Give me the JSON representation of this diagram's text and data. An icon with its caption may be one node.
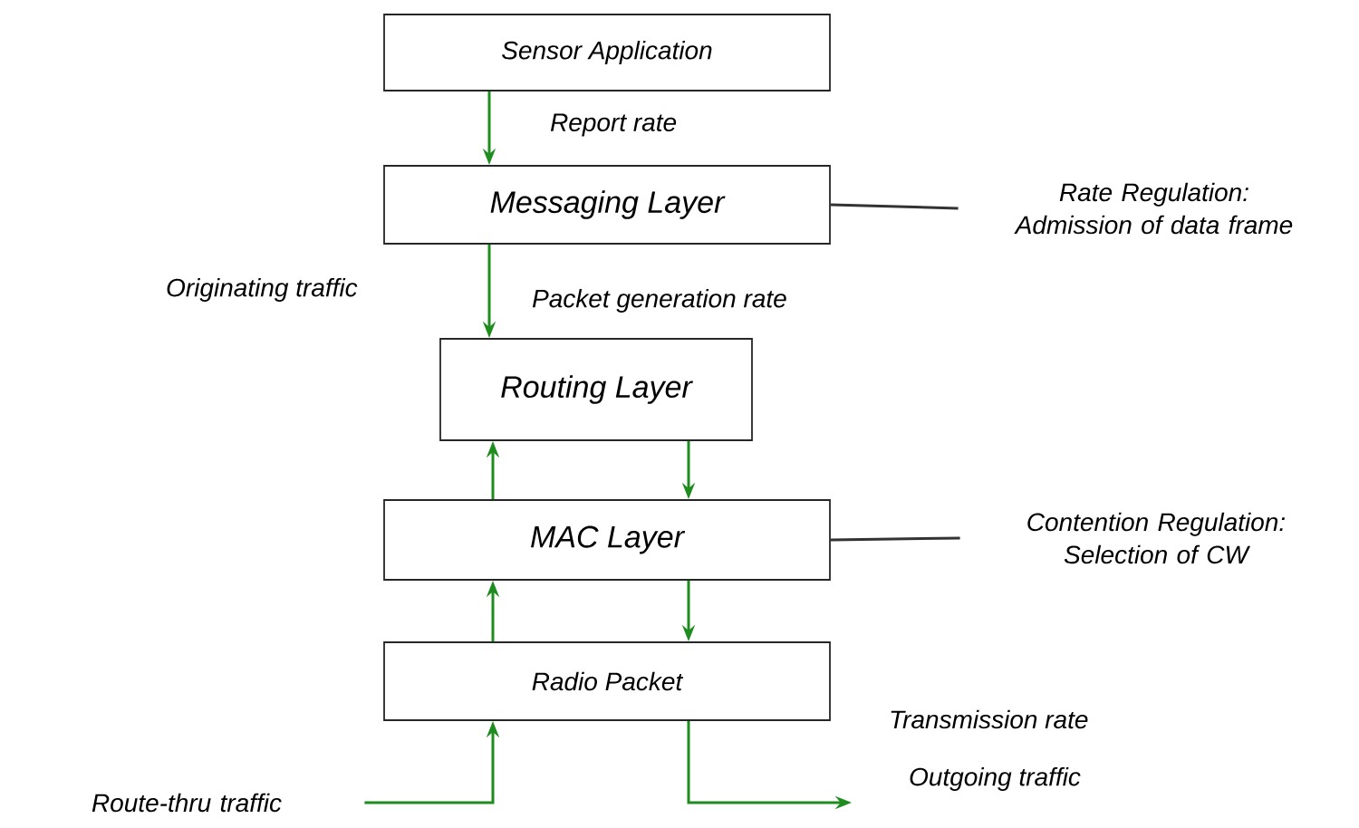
{
  "diagram": {
    "nodes": [
      {
        "text": [
          "Sensor Application"
        ]
      },
      {
        "text": [
          "Messaging Layer"
        ]
      },
      {
        "text": [
          "Routing Layer"
        ]
      },
      {
        "text": [
          "MAC Layer"
        ]
      },
      {
        "text": [
          "Radio Packet"
        ]
      },
      {
        "text": [
          "Rate Regulation: Admission of data frame"
        ]
      },
      {
        "text": [
          "Contention Regulation: Selection of CW"
        ]
      },
      {
        "text": [
          "Route-thru traffic"
        ]
      }
    ],
    "edges": [
      {
        "from": 0,
        "to": 1,
        "arrow": "to",
        "label": "Report rate"
      },
      {
        "from": 1,
        "to": 2,
        "arrow": "to",
        "label": "Packet generation rate"
      },
      {
        "from": 3,
        "to": 2,
        "arrow": "to"
      },
      {
        "from": 2,
        "to": 3,
        "arrow": "to"
      },
      {
        "from": 4,
        "to": 3,
        "arrow": "to"
      },
      {
        "from": 3,
        "to": 4,
        "arrow": "to"
      },
      {
        "from": 1,
        "to": 5,
        "arrow": "none",
        "color": "#333333"
      },
      {
        "from": 3,
        "to": 6,
        "arrow": "none",
        "color": "#333333"
      },
      {
        "from": 7,
        "to": 4,
        "arrow": "to"
      },
      {
        "from": 4,
        "to": null,
        "arrow": "to",
        "label": "Outgoing traffic"
      }
    ],
    "labels": [
      "Originating traffic",
      "Transmission rate"
    ]
  }
}
